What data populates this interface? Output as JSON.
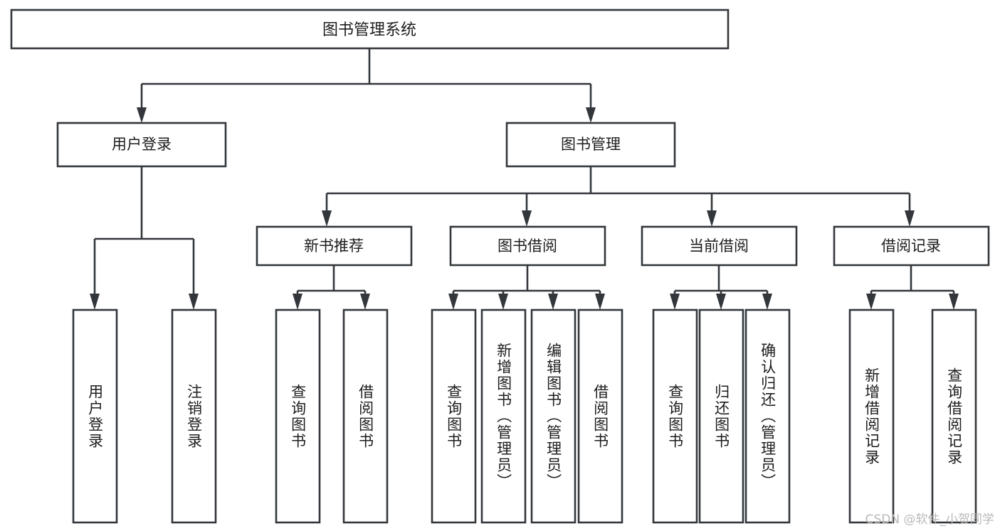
{
  "diagram": {
    "type": "tree",
    "title": "图书管理系统",
    "orientation": "top-down",
    "watermark": "CSDN @软件_小贺同学",
    "colors": {
      "stroke": "#33373b",
      "fill": "#ffffff",
      "text": "#1d1d1d",
      "watermark": "#b9b9b9",
      "background": "#ffffff"
    },
    "root": {
      "id": "root",
      "label": "图书管理系统"
    },
    "level2": [
      {
        "id": "user-login",
        "label": "用户登录"
      },
      {
        "id": "book-manage",
        "label": "图书管理"
      }
    ],
    "level3": [
      {
        "id": "new-book-rec",
        "label": "新书推荐",
        "parent": "book-manage"
      },
      {
        "id": "book-borrow",
        "label": "图书借阅",
        "parent": "book-manage"
      },
      {
        "id": "current-borrow",
        "label": "当前借阅",
        "parent": "book-manage"
      },
      {
        "id": "borrow-record",
        "label": "借阅记录",
        "parent": "book-manage"
      }
    ],
    "leaves": {
      "user-login": [
        {
          "id": "leaf-user-login",
          "label": "用户登录"
        },
        {
          "id": "leaf-logout-login",
          "label": "注销登录"
        }
      ],
      "new-book-rec": [
        {
          "id": "leaf-query-book-1",
          "label": "查询图书"
        },
        {
          "id": "leaf-borrow-book-1",
          "label": "借阅图书"
        }
      ],
      "book-borrow": [
        {
          "id": "leaf-query-book-2",
          "label": "查询图书"
        },
        {
          "id": "leaf-add-book",
          "label": "新增图书（管理员）"
        },
        {
          "id": "leaf-edit-book",
          "label": "编辑图书（管理员）"
        },
        {
          "id": "leaf-borrow-book-2",
          "label": "借阅图书"
        }
      ],
      "current-borrow": [
        {
          "id": "leaf-query-book-3",
          "label": "查询图书"
        },
        {
          "id": "leaf-return-book",
          "label": "归还图书"
        },
        {
          "id": "leaf-confirm-return",
          "label": "确认归还（管理员）"
        }
      ],
      "borrow-record": [
        {
          "id": "leaf-add-record",
          "label": "新增借阅记录"
        },
        {
          "id": "leaf-query-record",
          "label": "查询借阅记录"
        }
      ]
    }
  }
}
